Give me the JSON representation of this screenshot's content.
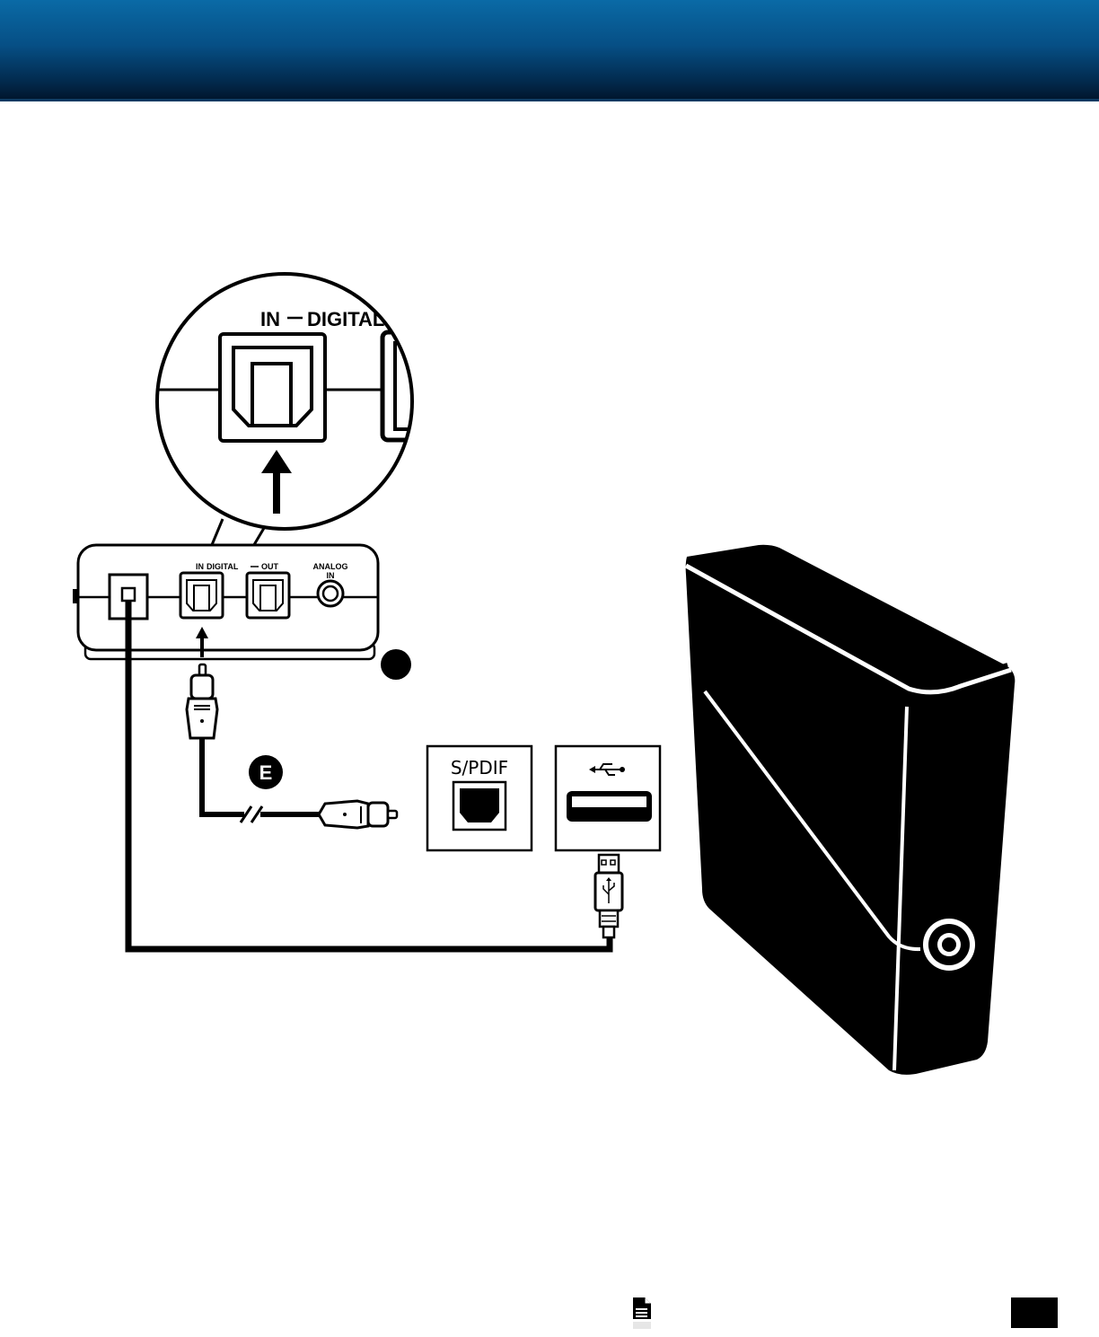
{
  "zoom_callout": {
    "label_in": "IN",
    "label_digital": "DIGITAL"
  },
  "device": {
    "label_in": "IN",
    "label_digital": "DIGITAL",
    "label_out": "OUT",
    "label_analog": "ANALOG",
    "label_analog_in": "IN"
  },
  "step_badge": {
    "letter": "E"
  },
  "ports": {
    "spdif_label": "S/PDIF"
  },
  "icons": [
    "usb-symbol-icon",
    "optical-port-icon",
    "usb-port-icon",
    "usb-plug-icon",
    "document-icon"
  ],
  "colors": {
    "banner_top": "#0a6aa6",
    "banner_bottom": "#01152b",
    "ink": "#000000",
    "paper": "#ffffff"
  }
}
